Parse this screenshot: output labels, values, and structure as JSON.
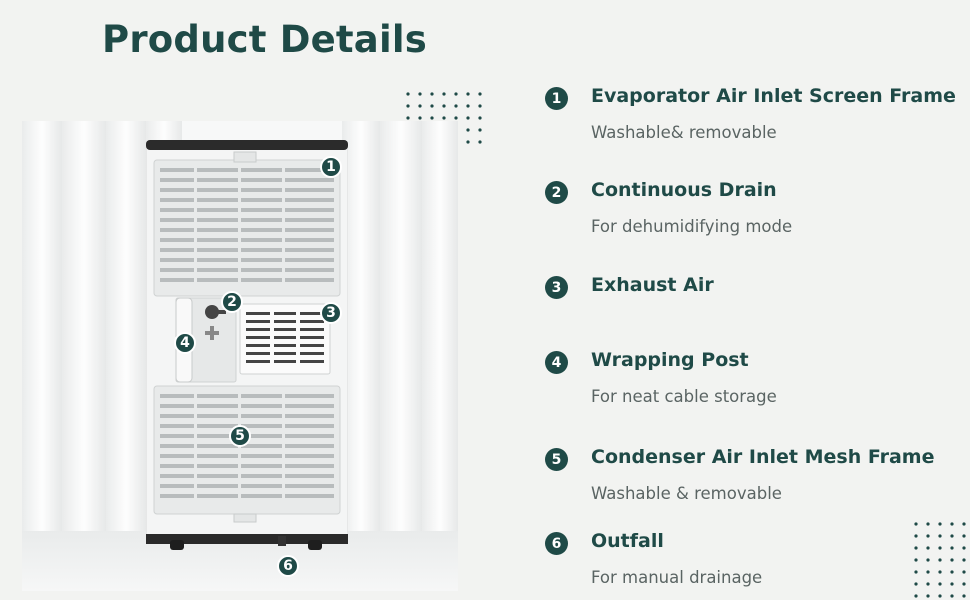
{
  "page": {
    "title": "Product Details",
    "accent_color": "#1f4a47",
    "background_color": "#f2f3f1"
  },
  "product_image": {
    "name": "portable-air-conditioner-back-view",
    "callouts": [
      "1",
      "2",
      "3",
      "4",
      "5",
      "6"
    ]
  },
  "features": [
    {
      "number": "1",
      "title": "Evaporator Air Inlet Screen Frame",
      "description": "Washable& removable"
    },
    {
      "number": "2",
      "title": "Continuous Drain",
      "description": "For dehumidifying mode"
    },
    {
      "number": "3",
      "title": "Exhaust Air",
      "description": ""
    },
    {
      "number": "4",
      "title": "Wrapping Post",
      "description": "For neat cable storage"
    },
    {
      "number": "5",
      "title": "Condenser Air Inlet Mesh Frame",
      "description": "Washable & removable"
    },
    {
      "number": "6",
      "title": "Outfall",
      "description": "For manual drainage"
    }
  ]
}
